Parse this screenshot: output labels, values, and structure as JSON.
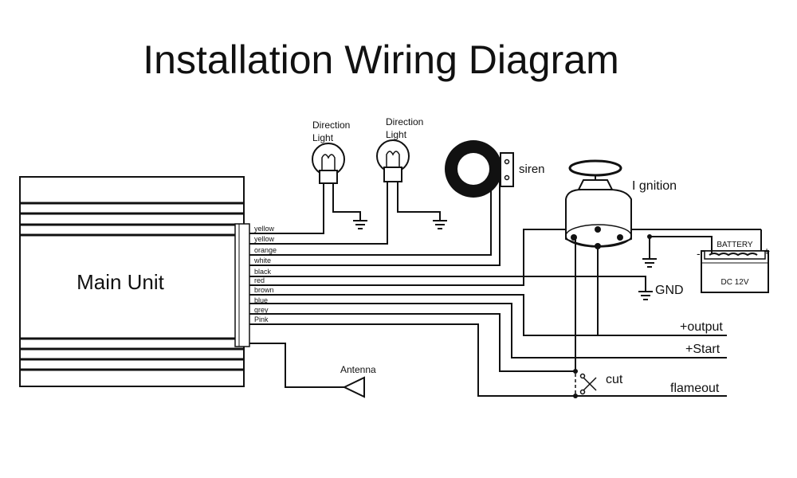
{
  "title": "Installation Wiring Diagram",
  "main_unit": {
    "label": "Main Unit"
  },
  "wires": {
    "yellow1": "yellow",
    "yellow2": "yellow",
    "orange": "orange",
    "white": "white",
    "black": "black",
    "red": "red",
    "brown": "brown",
    "blue": "blue",
    "grey": "grey",
    "pink": "Pink"
  },
  "direction_light_1": {
    "line1": "Direction",
    "line2": "Light"
  },
  "direction_light_2": {
    "line1": "Direction",
    "line2": "Light"
  },
  "siren": {
    "label": "siren"
  },
  "ignition": {
    "label": "I gnition"
  },
  "battery": {
    "label": "BATTERY",
    "voltage": "DC  12V",
    "minus": "-",
    "plus": "+"
  },
  "gnd": {
    "label": "GND"
  },
  "outputs": {
    "output": "+output",
    "start": "+Start",
    "flameout": "flameout"
  },
  "cut": {
    "label": "cut"
  },
  "antenna": {
    "label": "Antenna"
  }
}
